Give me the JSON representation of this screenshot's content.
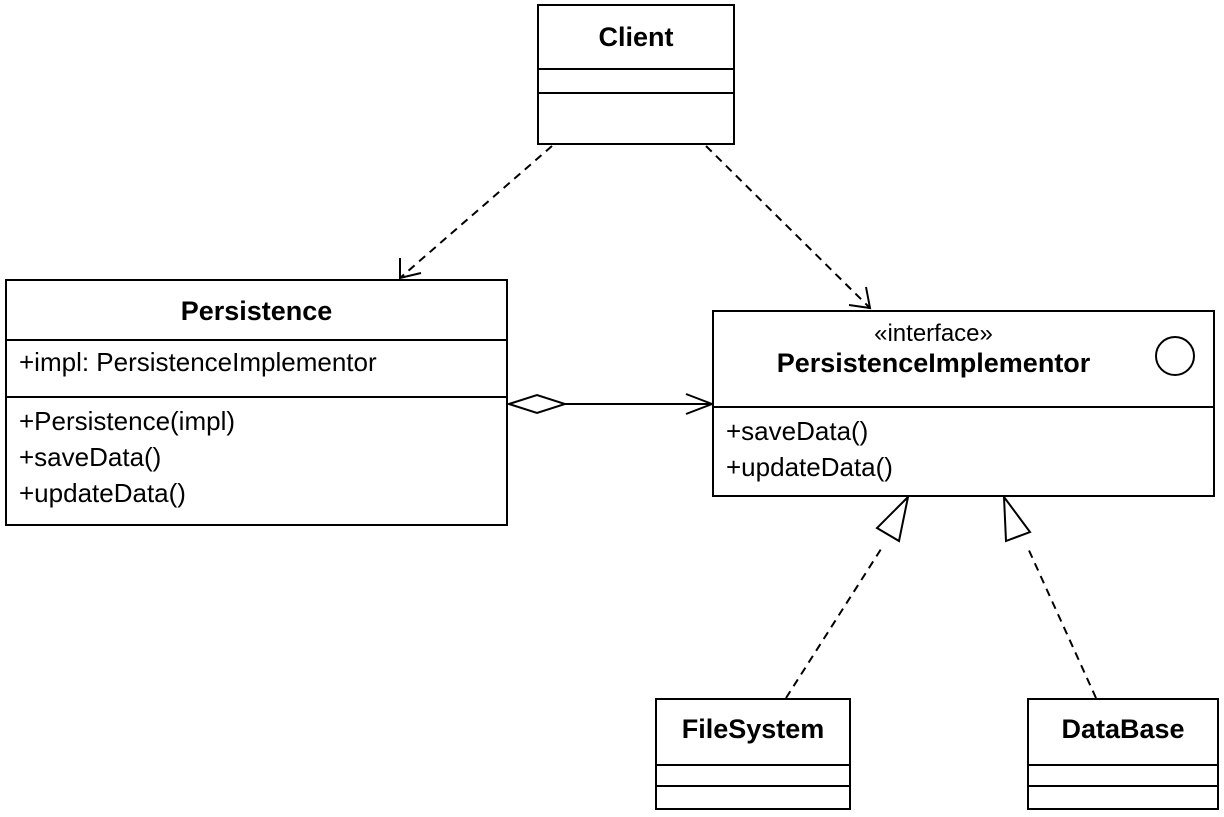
{
  "classes": {
    "client": {
      "name": "Client"
    },
    "persistence": {
      "name": "Persistence",
      "attributes": [
        "+impl: PersistenceImplementor"
      ],
      "operations": [
        "+Persistence(impl)",
        "+saveData()",
        "+updateData()"
      ]
    },
    "implementor": {
      "stereotype": "«interface»",
      "name": "PersistenceImplementor",
      "operations": [
        "+saveData()",
        "+updateData()"
      ]
    },
    "filesystem": {
      "name": "FileSystem"
    },
    "database": {
      "name": "DataBase"
    }
  }
}
